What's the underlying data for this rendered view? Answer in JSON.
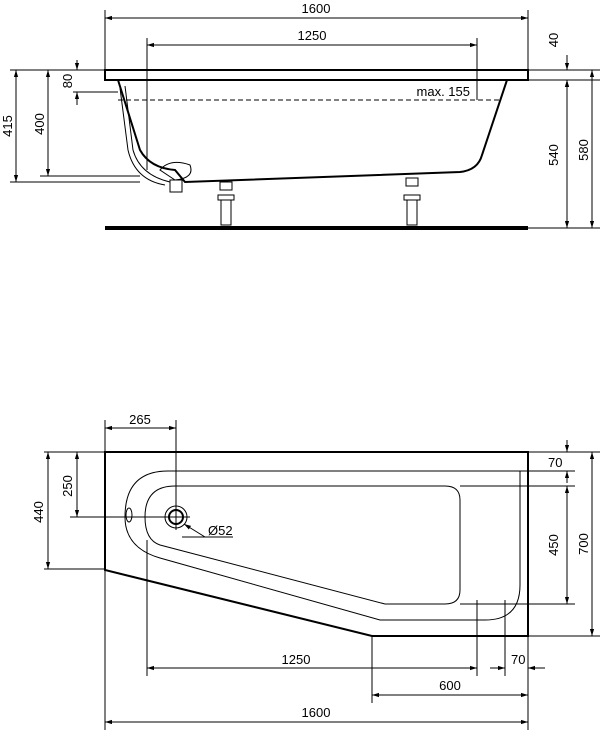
{
  "side_view": {
    "dims": {
      "overall_length": "1600",
      "inner_length": "1250",
      "rim_thickness": "40",
      "overall_height": "580",
      "tub_height": "540",
      "overflow_height": "415",
      "inner_depth": "400",
      "overflow_offset": "80",
      "water_level": "max. 155"
    }
  },
  "plan_view": {
    "dims": {
      "drain_offset_x": "265",
      "drain_offset_y": "250",
      "left_width": "440",
      "drain_diameter": "Ø52",
      "rim_top": "70",
      "inner_width": "450",
      "overall_width": "700",
      "inner_length": "1250",
      "rim_right": "70",
      "narrow_length": "600",
      "overall_length": "1600"
    }
  }
}
